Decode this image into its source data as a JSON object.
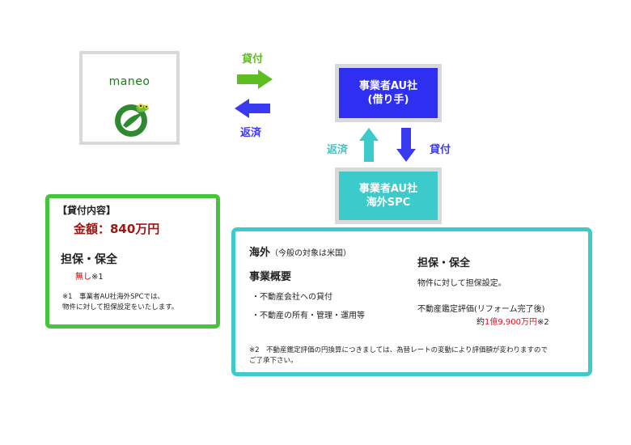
{
  "maneo": {
    "name": "maneo",
    "logo_icon": "frog-logo-icon"
  },
  "flows": {
    "top_lend": "貸付",
    "top_repay": "返済",
    "mid_repay": "返済",
    "mid_lend": "貸付"
  },
  "colors": {
    "green": "#5cbf1f",
    "blue": "#3a3af0",
    "teal": "#3cc6c6",
    "au_box": "#2f2ff2",
    "spc_box": "#3ccaca",
    "loan_border": "#44c53a",
    "amount_red": "#a01515"
  },
  "borrower": {
    "line1": "事業者AU社",
    "line2": "(借り手)"
  },
  "spc": {
    "line1": "事業者AU社",
    "line2": "海外SPC"
  },
  "loan": {
    "title": "【貸付内容】",
    "amount": "金額：840万円",
    "collateral_heading": "担保・保全",
    "collateral_value": "無し",
    "collateral_note_mark": "※1",
    "note_line1": "※1　事業者AU社海外SPCでは、",
    "note_line2": "物件に対して担保設定をいたします。"
  },
  "overseas": {
    "title": "海外",
    "title_sub": "（今般の対象は米国）",
    "summary_heading": "事業概要",
    "items": [
      "・不動産会社への貸付",
      "・不動産の所有・管理・運用等"
    ],
    "collateral_heading": "担保・保全",
    "collateral_desc": "物件に対して担保設定。",
    "appraisal_label": "不動産鑑定評価(リフォーム完了後)",
    "amount_prefix": "約",
    "amount_value": "1億9,900万円",
    "amount_note": "※2",
    "note_line1": "※2　不動産鑑定評価の円換算につきましては、為替レートの変動により評価額が変わりますので",
    "note_line2": "ご了承下さい。"
  }
}
